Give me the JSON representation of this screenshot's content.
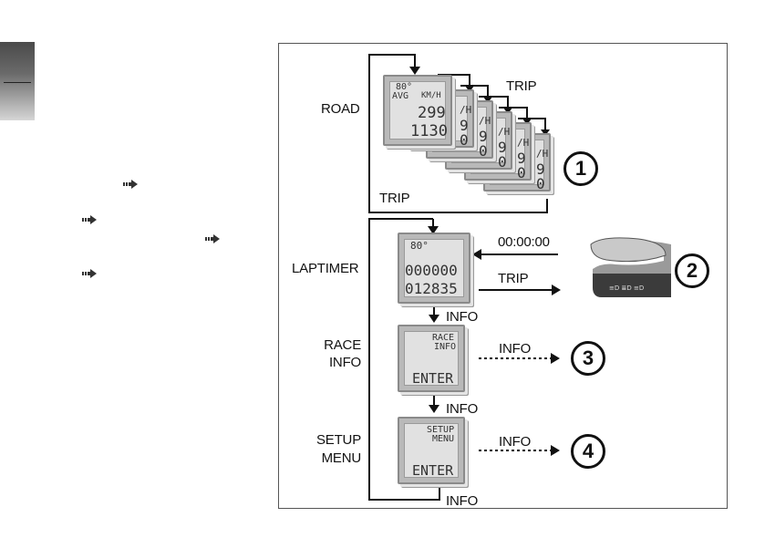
{
  "diagram": {
    "labels": {
      "road": "ROAD",
      "laptimer": "LAPTIMER",
      "race_info": [
        "RACE",
        "INFO"
      ],
      "setup_menu": [
        "SETUP",
        "MENU"
      ]
    },
    "arrow_labels": {
      "trip_top": "TRIP",
      "trip_bottom": "TRIP",
      "time_zero": "00:00:00",
      "trip_right": "TRIP",
      "info_1": "INFO",
      "info_2": "INFO",
      "info_3": "INFO",
      "info_race": "INFO",
      "info_setup": "INFO"
    },
    "screens": {
      "road": {
        "temp": "80°",
        "avg": "AVG",
        "unit": "KM/H",
        "speed": "299",
        "odo": "1130"
      },
      "road_stack_digits": [
        "/H",
        "9",
        "0"
      ],
      "laptimer": {
        "temp": "80°",
        "time": "000000",
        "trip": "012835"
      },
      "race_info": {
        "title": [
          "RACE",
          "INFO"
        ],
        "enter": "ENTER"
      },
      "setup_menu": {
        "title": [
          "SETUP",
          "MENU"
        ],
        "enter": "ENTER"
      }
    },
    "callouts": [
      "1",
      "2",
      "3",
      "4"
    ]
  }
}
